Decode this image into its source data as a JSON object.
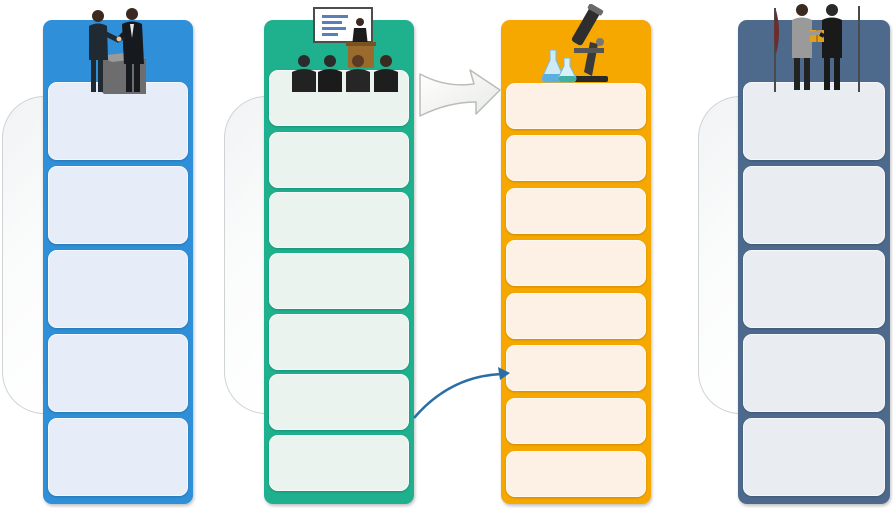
{
  "colors": {
    "col1": "#2f8fd8",
    "col2": "#1fb08e",
    "col3": "#f7a800",
    "col4": "#4d6a8c",
    "card1": "#e6edf8",
    "card2": "#eaf3ee",
    "card3": "#fdf1e5",
    "card4": "#e9ecf1",
    "arrow": "#2a6ea5"
  },
  "columns": [
    {
      "id": "col1",
      "illustration": "handshake-at-desk-icon",
      "cards": [
        "",
        "",
        "",
        "",
        ""
      ]
    },
    {
      "id": "col2",
      "illustration": "presentation-audience-icon",
      "cards": [
        "",
        "",
        "",
        "",
        "",
        "",
        ""
      ]
    },
    {
      "id": "col3",
      "illustration": "microscope-lab-icon",
      "cards": [
        "",
        "",
        "",
        "",
        "",
        "",
        "",
        ""
      ]
    },
    {
      "id": "col4",
      "illustration": "business-handshake-icon",
      "cards": [
        "",
        "",
        "",
        "",
        ""
      ]
    }
  ]
}
